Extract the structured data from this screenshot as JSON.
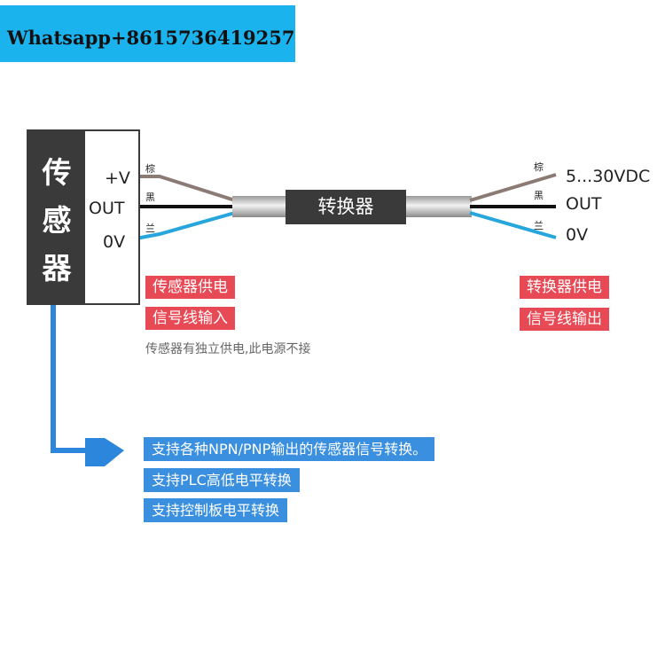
{
  "banner": {
    "text": "Whatsapp+8615736419257"
  },
  "sensor": {
    "title": "传\n感\n器",
    "pins": {
      "vplus": "+V",
      "out": "OUT",
      "zero": "0V"
    }
  },
  "wire_tags": {
    "brown": "棕",
    "black": "黑",
    "blue": "兰"
  },
  "converter": {
    "label": "转换器"
  },
  "output": {
    "voltage": "5...30VDC",
    "out": "OUT",
    "zero": "0V"
  },
  "left_tags": [
    "传感器供电",
    "信号线输入"
  ],
  "right_tags": [
    "转换器供电",
    "信号线输出"
  ],
  "note": "传感器有独立供电,此电源不接",
  "features": [
    "支持各种NPN/PNP输出的传感器信号转换。",
    "支持PLC高低电平转换",
    "支持控制板电平转换"
  ],
  "colors": {
    "banner": "#1ab3ee",
    "dark_box": "#3a3a3a",
    "brown_wire": "#8c7b75",
    "black_wire": "#111111",
    "blue_wire": "#26a6dc",
    "red_tag": "#e84a55",
    "blue_tag": "#3a8fde"
  }
}
